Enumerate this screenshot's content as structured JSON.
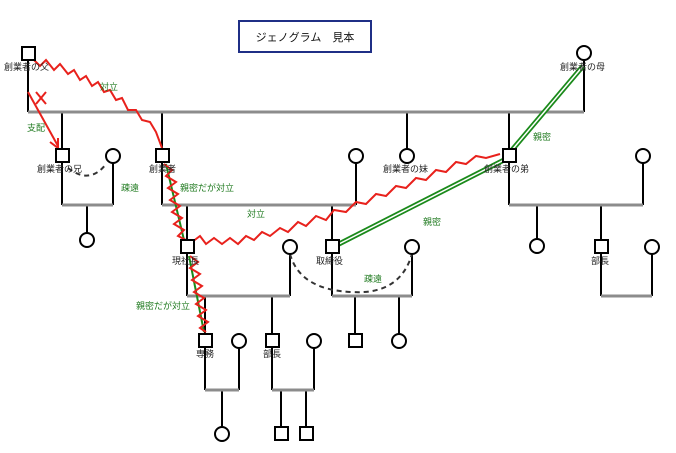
{
  "title": "ジェノグラム　見本",
  "persons": {
    "founder_father": "創業者の父",
    "founder_mother": "創業者の母",
    "founder_brother_elder": "創業者の兄",
    "founder": "創業者",
    "founder_sister": "創業者の妹",
    "founder_brother_younger": "創業者の弟",
    "president": "現社長",
    "director": "取締役",
    "department_head_right": "部長",
    "managing_director": "専務",
    "department_head": "部長"
  },
  "relationships": {
    "conflict_top": "対立",
    "control": "支配",
    "estranged_left": "疎遠",
    "close_but_conflict_1": "親密だが対立",
    "conflict_mid": "対立",
    "close_mother": "親密",
    "close_director": "親密",
    "estranged_right": "疎遠",
    "close_but_conflict_2": "親密だが対立"
  },
  "colors": {
    "conflict": "#e8211c",
    "close": "#1a8a1a",
    "estranged": "#333333",
    "line": "#000000",
    "sibling_bar": "#8c8c8c",
    "title_border": "#1f2f86",
    "label_text": "#1f7a1f"
  }
}
